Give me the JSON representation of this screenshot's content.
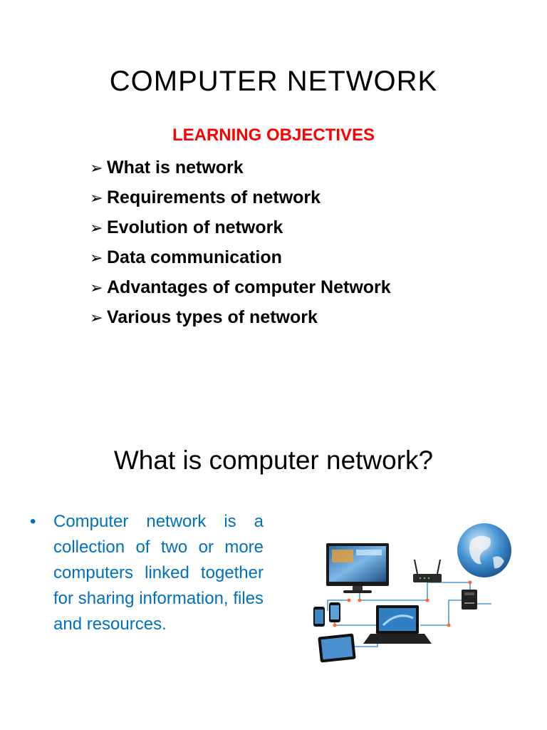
{
  "slide1": {
    "title": "COMPUTER  NETWORK",
    "subtitle": "LEARNING  OBJECTIVES",
    "bullet_marker": "➢",
    "objectives": [
      "What is network",
      "Requirements of network",
      "Evolution of network",
      "Data communication",
      "Advantages of computer Network",
      "Various types of network"
    ]
  },
  "slide2": {
    "title": "What is computer network?",
    "bullet_marker": "•",
    "bullet_text": "Computer network is a collection of two or more computers linked together for sharing information, files and resources.",
    "illustration_icons": [
      "globe-icon",
      "monitor-icon",
      "router-icon",
      "laptop-icon",
      "tablet-icon",
      "phone-icon",
      "printer-icon"
    ]
  },
  "colors": {
    "subtitle": "#ff0000",
    "bullet_text": "#0070c0",
    "cable": "#4f9ad8",
    "node": "#ff6a2a"
  }
}
